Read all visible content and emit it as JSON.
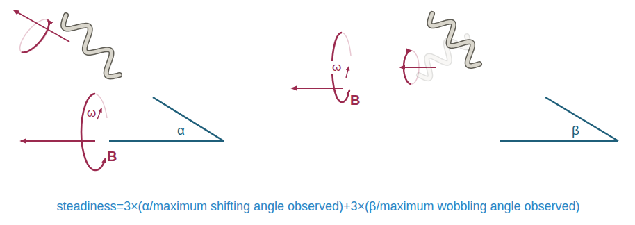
{
  "diagram": {
    "labels": [
      "ω",
      "B",
      "α",
      "ω",
      "B",
      "β",
      "steadiness=3×(α/maximum shifting angle observed)+3×(β/maximum wobbling angle observed)"
    ]
  }
}
